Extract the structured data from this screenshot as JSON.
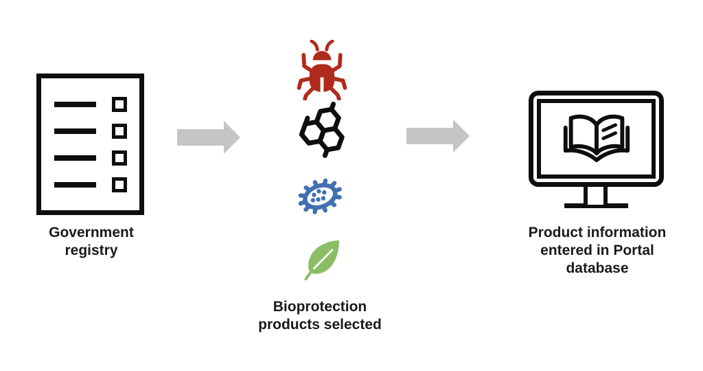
{
  "diagram": {
    "type": "process-flow",
    "steps": [
      {
        "id": "government-registry",
        "label": "Government\nregistry",
        "icon": "checklist-document-icon",
        "checklist_rows": 4
      },
      {
        "id": "bioprotection-products-selected",
        "label": "Bioprotection\nproducts selected",
        "icons": [
          {
            "name": "bug-icon",
            "color": "#B02B1E"
          },
          {
            "name": "molecule-icon",
            "color": "#0E0E0E"
          },
          {
            "name": "microbe-icon",
            "color": "#4170B2"
          },
          {
            "name": "leaf-icon",
            "color": "#8BBE64"
          }
        ]
      },
      {
        "id": "portal-database",
        "label": "Product information\nentered in Portal\ndatabase",
        "icon": "monitor-open-book-icon"
      }
    ],
    "connectors": [
      {
        "from": "government-registry",
        "to": "bioprotection-products-selected",
        "shape": "block-arrow-right",
        "color": "#C5C5C5"
      },
      {
        "from": "bioprotection-products-selected",
        "to": "portal-database",
        "shape": "block-arrow-right",
        "color": "#C5C5C5"
      }
    ]
  },
  "colors": {
    "background": "#FFFFFF",
    "ink": "#0E0E0E",
    "text": "#1A1A1A",
    "red": "#B02B1E",
    "blue": "#4170B2",
    "green": "#8BBE64",
    "gray": "#C5C5C5"
  }
}
